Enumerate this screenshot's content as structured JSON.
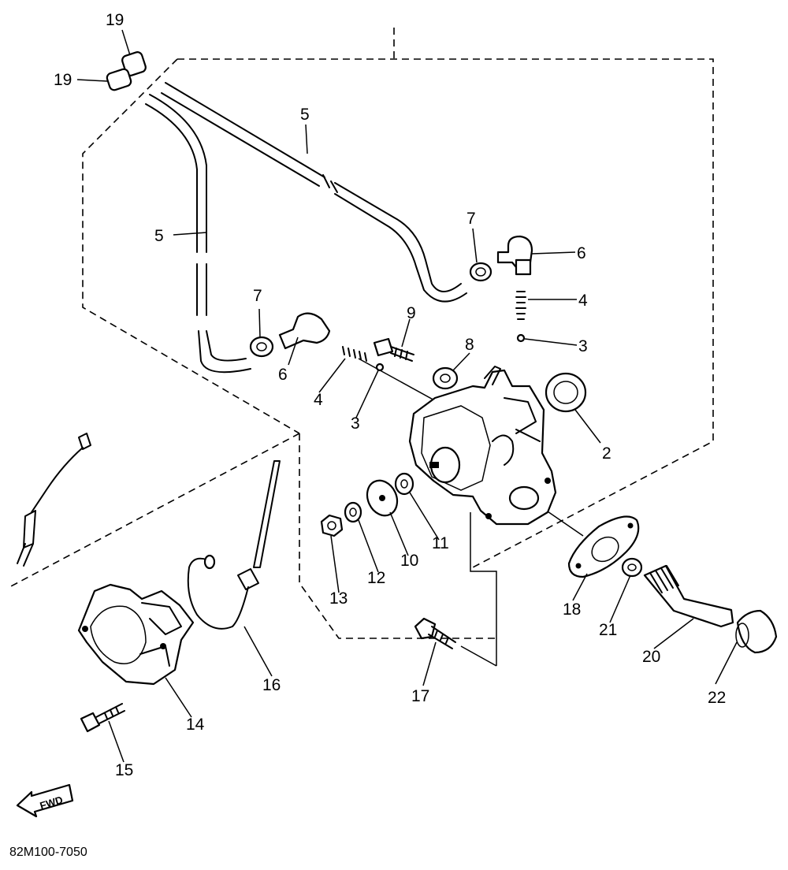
{
  "diagram_code": "82M100-7050",
  "fwd_text": "FWD",
  "labels": {
    "l19a": "19",
    "l19b": "19",
    "l5a": "5",
    "l5b": "5",
    "l7a": "7",
    "l7b": "7",
    "l6a": "6",
    "l6b": "6",
    "l4a": "4",
    "l4b": "4",
    "l3a": "3",
    "l3b": "3",
    "l9": "9",
    "l8": "8",
    "l2": "2",
    "l10": "10",
    "l11": "11",
    "l12": "12",
    "l13": "13",
    "l14": "14",
    "l15": "15",
    "l16": "16",
    "l17": "17",
    "l18": "18",
    "l20": "20",
    "l21": "21",
    "l22": "22"
  }
}
